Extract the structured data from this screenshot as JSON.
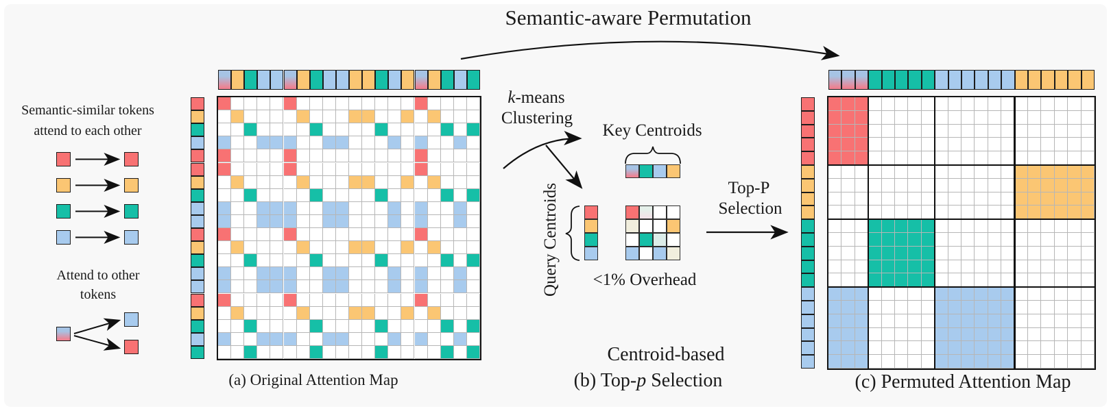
{
  "title": "Semantic-aware Permutation",
  "legend": {
    "line1": "Semantic-similar tokens",
    "line2": "attend to each other",
    "attend_line1": "Attend to other",
    "attend_line2": "tokens",
    "pairs": [
      "R",
      "Y",
      "G",
      "B"
    ],
    "fork": {
      "source": "X",
      "targets": [
        "B",
        "R"
      ]
    }
  },
  "maps": {
    "a": {
      "caption": "(a) Original Attention Map",
      "col_tokens": "XYGBBXYGBBYYGBYXYGBG",
      "row_tokens": "RYGBRRYGBBRYGBBRYGBG",
      "cells": [
        "R....R.........R....",
        ".Y....Y...YY..Y.Y...",
        "..G....G....G....G.G",
        "B..BBB..BB...B.B..B.",
        "R....R.........R....",
        "R....R.........R....",
        ".Y....Y...YY..Y.Y...",
        "..G....G....G....G.G",
        "B..BBB..BB...B.B..B.",
        "B..BBB..BB...B.B..B.",
        "R....R.........R....",
        ".Y....Y...YY..Y.Y...",
        "..G....G....G....G.G",
        "B..BBB..BB...B.B..B.",
        "B..BBB..BB...B.B..B.",
        "R....R.........R....",
        ".Y....Y...YY..Y.Y...",
        "..G....G....G....G.G",
        "B..BBB..BB...B.B..B.",
        "..G....G....G....G.G"
      ]
    },
    "c": {
      "caption": "(c) Permuted Attention Map",
      "col_tokens": "XXXGGGGGBBBBBBYYYYYY",
      "row_tokens": "RRRRRYYYYGGGGGBBBBBB",
      "block_cols": [
        3,
        8,
        14
      ],
      "block_rows": [
        5,
        9,
        14
      ],
      "cells": [
        "RRR.................",
        "RRR.................",
        "RRR.................",
        "RRR.................",
        "RRR.................",
        "..............YYYYYY",
        "..............YYYYYY",
        "..............YYYYYY",
        "..............YYYYYY",
        "...GGGGG............",
        "...GGGGG............",
        "...GGGGG............",
        "...GGGGG............",
        "...GGGGG............",
        "BBB.....BBBBBB......",
        "BBB.....BBBBBB......",
        "BBB.....BBBBBB......",
        "BBB.....BBBBBB......",
        "BBB.....BBBBBB......",
        "BBB.....BBBBBB......"
      ]
    }
  },
  "middle": {
    "kmeans_italic": "k",
    "kmeans_rest": "-means",
    "clustering": "Clustering",
    "key_centroids_label": "Key Centroids",
    "key_centroids": "XGBY",
    "query_centroids_label": "Query Centroids",
    "query_centroids": "RYGB",
    "centroid_grid": [
      "Rp..",
      "c..Y",
      ".Gt.",
      "B.Bc"
    ],
    "overhead": "<1% Overhead",
    "topp_line1": "Top-P",
    "topp_line2": "Selection",
    "caption_line1": "Centroid-based",
    "caption_b_pre": "(b) Top-",
    "caption_b_italic": "p",
    "caption_b_post": " Selection"
  },
  "palette": {
    "red": "#F87273",
    "yellow": "#FBC673",
    "green": "#16BFA7",
    "blue": "#A8CBEE",
    "grad_top": "#A6C3E4",
    "grad_bottom": "#EE8292",
    "tint_green": "#E5F0EA",
    "tint_pink": "#F2E4E9",
    "tint_cream": "#F1EEDD",
    "tint_teal": "#DDEDE9",
    "white": "#FFFFFF",
    "grid_line": "#B6B6B6",
    "ink": "#1A1A1A",
    "bg": "#F8F8F8"
  }
}
